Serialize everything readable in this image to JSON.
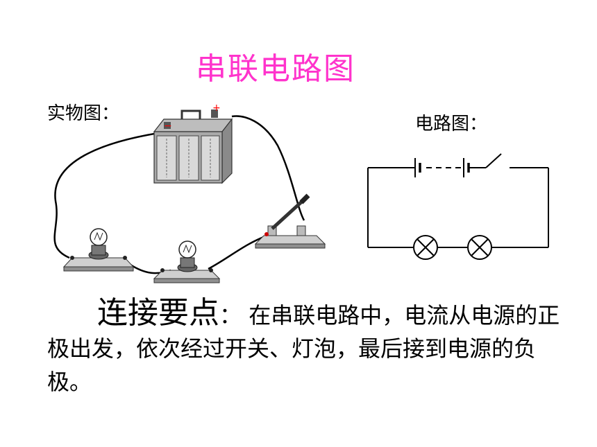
{
  "title": "串联电路图",
  "physical_label": "实物图：",
  "circuit_label": "电路图：",
  "keypoint": {
    "lead": "连接要点",
    "colon": "：",
    "body": " 在串联电路中，电流从电源的正极出发，依次经过开关、灯泡，最后接到电源的负极。"
  },
  "battery_signs": {
    "positive": "+",
    "negative": "−"
  },
  "colors": {
    "title": "#ff33cc",
    "wire": "#000000",
    "base": "#9a9a9a"
  }
}
